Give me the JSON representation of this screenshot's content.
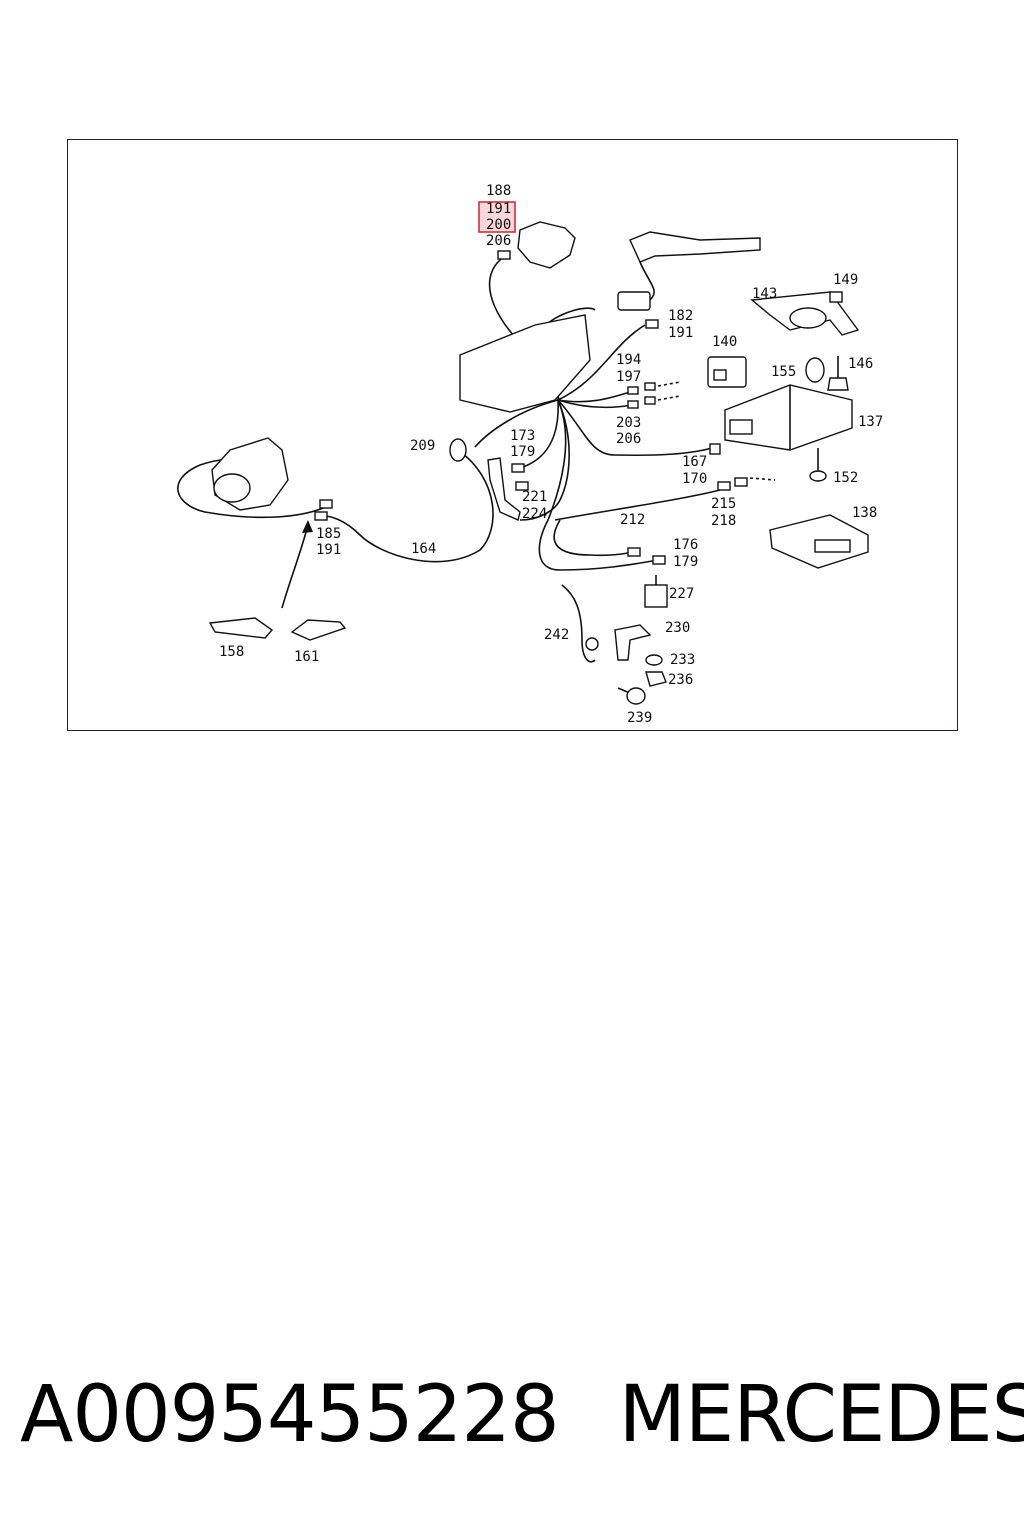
{
  "labels": [
    "188",
    "191",
    "200",
    "206",
    "182",
    "191",
    "149",
    "143",
    "140",
    "155",
    "146",
    "194",
    "197",
    "137",
    "203",
    "206",
    "209",
    "173",
    "179",
    "167",
    "170",
    "152",
    "221",
    "224",
    "215",
    "218",
    "212",
    "138",
    "185",
    "191",
    "164",
    "176",
    "179",
    "227",
    "242",
    "230",
    "158",
    "161",
    "233",
    "236",
    "239"
  ],
  "highlight_color": "#d32f3f",
  "caption": {
    "part_number": "A0095455228",
    "brand": "MERCEDES"
  }
}
